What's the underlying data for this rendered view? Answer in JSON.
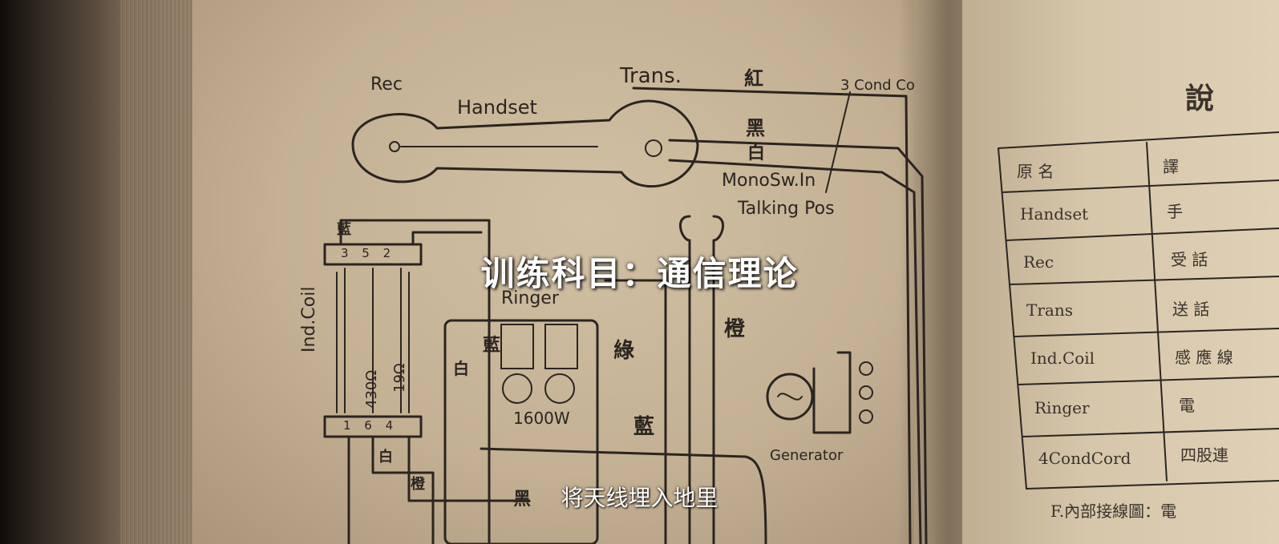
{
  "overlay": {
    "title": "训练科目：通信理论",
    "subtitle": "将天线埋入地里"
  },
  "diagram_labels": {
    "rec": "Rec",
    "handset": "Handset",
    "trans": "Trans.",
    "red": "紅",
    "cond_cord": "3 Cond Co",
    "black": "黑",
    "white": "白",
    "mono_sw_1": "MonoSw.In",
    "mono_sw_2": "Talking Pos",
    "ind_coil": "Ind.Coil",
    "ringer": "Ringer",
    "blue": "藍",
    "orange": "橙",
    "green": "綠",
    "blue2": "藍",
    "white2": "白",
    "ohm430": "430Ω",
    "ohm19": "19Ω",
    "ringer_value": "1600W",
    "generator": "Generator",
    "terminals_top": "3 5 2",
    "terminals_bottom": "1 6 4",
    "orange2": "橙",
    "white3": "白",
    "black2": "黑"
  },
  "right_page": {
    "heading": "說",
    "rows": [
      {
        "en": "原    名",
        "zh": "譯"
      },
      {
        "en": "Handset",
        "zh": "手"
      },
      {
        "en": "Rec",
        "zh": "受  話"
      },
      {
        "en": "Trans",
        "zh": "送  話"
      },
      {
        "en": "Ind.Coil",
        "zh": "感 應 線"
      },
      {
        "en": "Ringer",
        "zh": "電"
      },
      {
        "en": "4CondCord",
        "zh": "四股連"
      }
    ],
    "footer": "F.內部接線圖：電"
  },
  "colors": {
    "ink": "#2b2520",
    "paper": "#cbb99d"
  }
}
